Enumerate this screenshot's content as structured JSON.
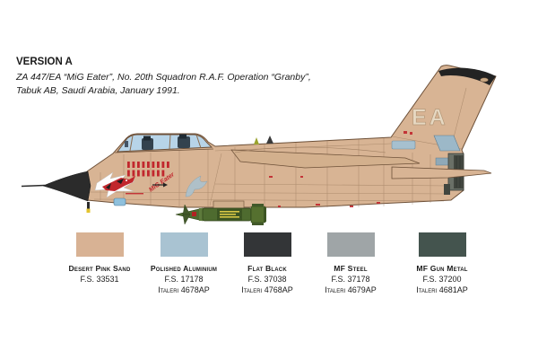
{
  "header": {
    "version_label": "VERSION A",
    "subject_line1": "ZA 447/EA “MiG Eater”, No. 20th Squadron R.A.F. Operation “Granby”,",
    "subject_line2": "Tabuk AB, Saudi Arabia, January 1991."
  },
  "aircraft": {
    "description": "Panavia Tornado GR.1 side profile in desert pink camouflage",
    "tail_code": "EA",
    "nose_art_text": "MiG Eater"
  },
  "palette": {
    "swatches": [
      {
        "name": "Desert Pink Sand",
        "fs": "F.S. 33531",
        "italeri": "",
        "color": "#d8b294"
      },
      {
        "name": "Polished Aluminium",
        "fs": "F.S. 17178",
        "italeri": "Italeri 4678AP",
        "color": "#a9c3d2"
      },
      {
        "name": "Flat Black",
        "fs": "F.S. 37038",
        "italeri": "Italeri 4768AP",
        "color": "#333537"
      },
      {
        "name": "MF Steel",
        "fs": "F.S. 37178",
        "italeri": "Italeri 4679AP",
        "color": "#9fa5a7"
      },
      {
        "name": "MF Gun Metal",
        "fs": "F.S. 37200",
        "italeri": "Italeri 4681AP",
        "color": "#44544e"
      }
    ]
  }
}
